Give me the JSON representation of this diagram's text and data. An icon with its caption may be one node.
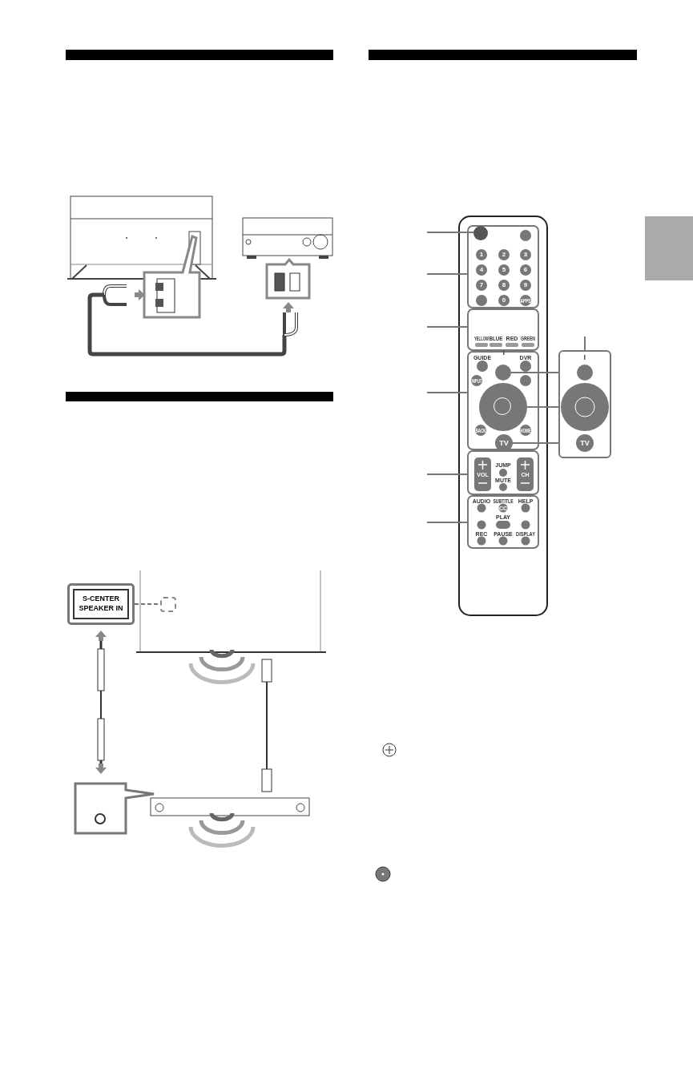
{
  "diagram": {
    "nodes": [
      {
        "text": [
          "S-CENTER SPEAKER IN"
        ]
      },
      {
        "text": [],
        "shape": "box"
      },
      {
        "text": [],
        "shape": "box"
      },
      {
        "text": [],
        "shape": "circle"
      },
      {
        "text": [],
        "shape": "circle"
      },
      {
        "text": [
          "TV"
        ]
      },
      {
        "text": [],
        "shape": "bar"
      }
    ],
    "edges": [
      {
        "from": 0,
        "to": 1,
        "arrow": "none",
        "style": "dashed"
      },
      {
        "from": 3,
        "to": 2,
        "arrow": "none"
      },
      {
        "from": 4,
        "to": 2,
        "arrow": "none"
      },
      {
        "from": 5,
        "to": 2,
        "arrow": "none"
      }
    ],
    "labels": [
      "1",
      "2",
      "3",
      "4",
      "5",
      "6",
      "7",
      "8",
      "9",
      "0",
      "APPS",
      "YELLOW",
      "BLUE",
      "RED",
      "GREEN",
      "GUIDE",
      "DVR",
      "INPUT",
      "BACK",
      "HOME",
      "VOL",
      "JUMP",
      "CH",
      "MUTE",
      "AUDIO",
      "SUBTITLE",
      "HELP",
      "CC",
      "PLAY",
      "REC",
      "PAUSE",
      "DISPLAY",
      "TV"
    ]
  }
}
